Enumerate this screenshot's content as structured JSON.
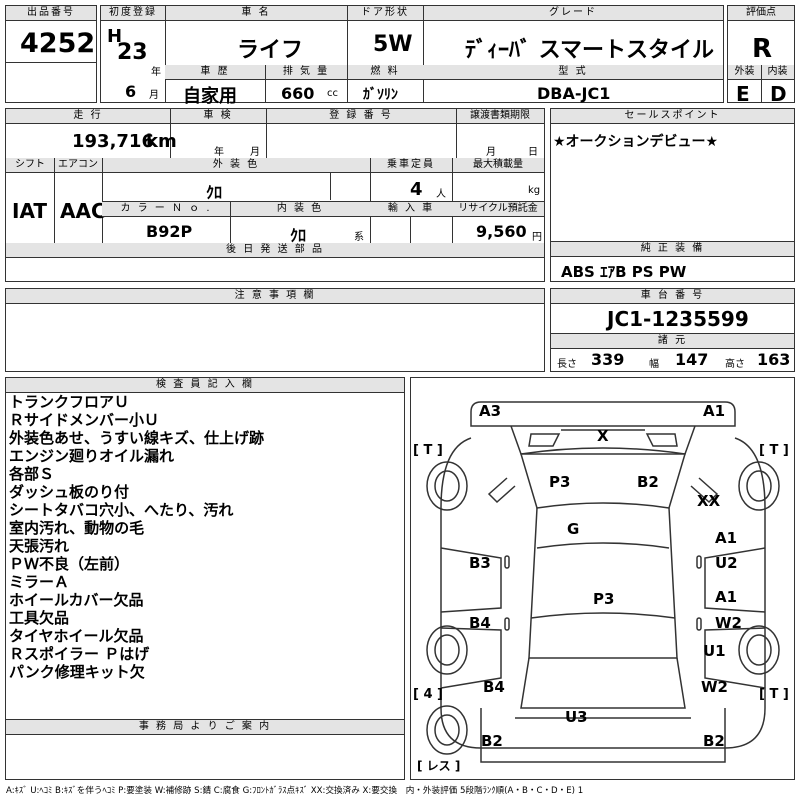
{
  "header": {
    "lot_label": "出品番号",
    "lot_value": "4252",
    "first_reg_label": "初度登録",
    "era": "H",
    "year": "23",
    "year_unit": "年",
    "month": "6",
    "month_unit": "月",
    "car_name_label": "車 名",
    "car_name": "ライフ",
    "door_label": "ドア形状",
    "door": "5W",
    "grade_label": "グレード",
    "grade": "ﾃﾞｨｰﾊﾞ スマートスタイル",
    "score_label": "評価点",
    "score": "R",
    "history_label": "車 歴",
    "history": "自家用",
    "displacement_label": "排 気 量",
    "displacement": "660",
    "displacement_unit": "cc",
    "fuel_label": "燃 料",
    "fuel": "ｶﾞｿﾘﾝ",
    "model_label": "型 式",
    "model": "DBA-JC1",
    "exterior_label": "外装",
    "exterior_grade": "E",
    "interior_label": "内装",
    "interior_grade": "D"
  },
  "row2": {
    "mileage_label": "走 行",
    "mileage": "193,716",
    "mileage_unit": "km",
    "inspection_label": "車 検",
    "inspection_year_unit": "年",
    "inspection_month_unit": "月",
    "reg_no_label": "登 録 番 号",
    "transfer_label": "譲渡書類期限",
    "transfer_month_unit": "月",
    "transfer_day_unit": "日",
    "shift_label": "シフト",
    "shift": "IAT",
    "ac_label": "エアコン",
    "ac": "AAC",
    "ext_color_label": "外 装 色",
    "ext_color": "ｸﾛ",
    "capacity_label": "乗車定員",
    "capacity": "4",
    "capacity_unit": "人",
    "load_label": "最大積載量",
    "load_unit": "kg",
    "color_no_label": "カ ラ ー Ｎ ｏ .",
    "color_no": "B92P",
    "int_color_label": "内 装 色",
    "int_color": "ｸﾛ",
    "int_color_unit": "系",
    "import_label": "輸 入 車",
    "recycle_label": "リサイクル預託金",
    "recycle": "9,560",
    "recycle_unit": "円",
    "later_parts_label": "後 日 発 送 部 品"
  },
  "sales_point": {
    "label": "セールスポイント",
    "text": "★オークションデビュー★"
  },
  "equipment": {
    "label": "純 正 装 備",
    "text": "ABS ｴｱB PS PW"
  },
  "notes": {
    "label": "注 意 事 項 欄"
  },
  "chassis": {
    "label": "車 台 番 号",
    "value": "JC1-1235599",
    "spec_label": "諸 元",
    "length_label": "長さ",
    "length": "339",
    "width_label": "幅",
    "width": "147",
    "height_label": "高さ",
    "height": "163"
  },
  "inspector": {
    "label": "検 査 員 記 入 欄",
    "lines": [
      "トランクフロアＵ",
      "Ｒサイドメンバー小Ｕ",
      "外装色あせ、うすい線キズ、仕上げ跡",
      "エンジン廻りオイル漏れ",
      "各部Ｓ",
      "ダッシュ板のり付",
      "シートタバコ穴小、へたり、汚れ",
      "室内汚れ、動物の毛",
      "天張汚れ",
      "ＰＷ不良（左前）",
      "ミラーＡ",
      "ホイールカバー欠品",
      "工具欠品",
      "タイヤホイール欠品",
      "Ｒスポイラー Ｐはげ",
      "パンク修理キット欠"
    ]
  },
  "office": {
    "label": "事 務 局 よ り ご 案 内"
  },
  "diagram": {
    "marks": [
      "A3",
      "A1",
      "X",
      "P3",
      "B2",
      "XX",
      "G",
      "B3",
      "A1",
      "U2",
      "P3",
      "B4",
      "A1",
      "W2",
      "U1",
      "B4",
      "W2",
      "U3",
      "B2",
      "B2"
    ],
    "tires": [
      "[ T ]",
      "[ T ]",
      "[ 4 ]",
      "[ T ]",
      "[ レス ]"
    ]
  },
  "legend": "A:ｷｽﾞ U:ﾍｺﾐ B:ｷｽﾞを伴うﾍｺﾐ P:要塗装 W:補修跡 S:錆 C:腐食 G:ﾌﾛﾝﾄｶﾞﾗｽ点ｷｽﾞ XX:交換済み X:要交換　内・外装評価 5段階ﾗﾝｸ順(A・B・C・D・E) 1"
}
